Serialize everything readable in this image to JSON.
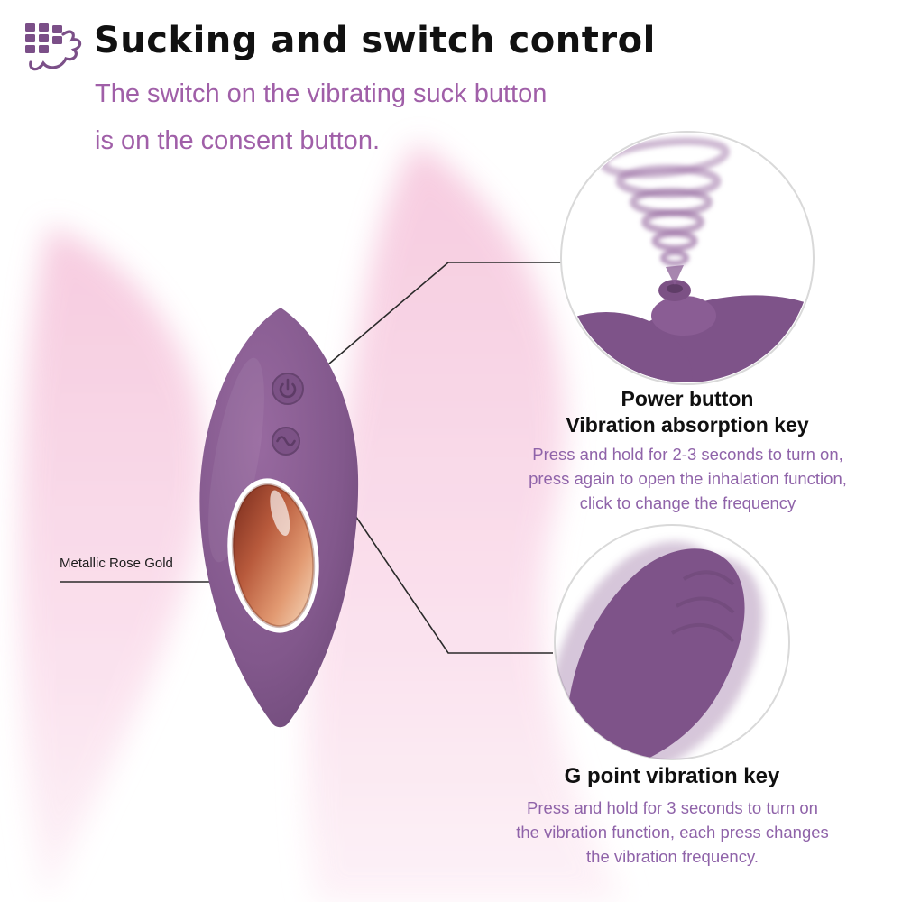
{
  "header": {
    "title": "Sucking and switch control",
    "subtitle": [
      "The switch on the vibrating suck button",
      "is on the consent button."
    ]
  },
  "device": {
    "material_label": "Metallic Rose Gold",
    "power_button_icon": "power-symbol",
    "vibration_button_icon": "wave-symbol"
  },
  "callouts": {
    "power": {
      "title": [
        "Power button",
        "Vibration absorption key"
      ],
      "desc": [
        "Press and hold for 2-3 seconds to turn on,",
        "press again to open the inhalation function,",
        "click to change the frequency"
      ]
    },
    "gpoint": {
      "title": "G point vibration key",
      "desc": [
        "Press and hold for 3 seconds to turn on",
        "the vibration function, each press changes",
        "the vibration frequency."
      ]
    }
  },
  "colors": {
    "title_text": "#111111",
    "subtitle_text": "#a05fa8",
    "body_text": "#8f63a9",
    "silhouette_pink": "#f6c3da",
    "device_purple": "#7e5389",
    "rose_gold": "#c06a48",
    "callout_border": "#d9d9d9",
    "connector_line": "#2a2a2a"
  }
}
